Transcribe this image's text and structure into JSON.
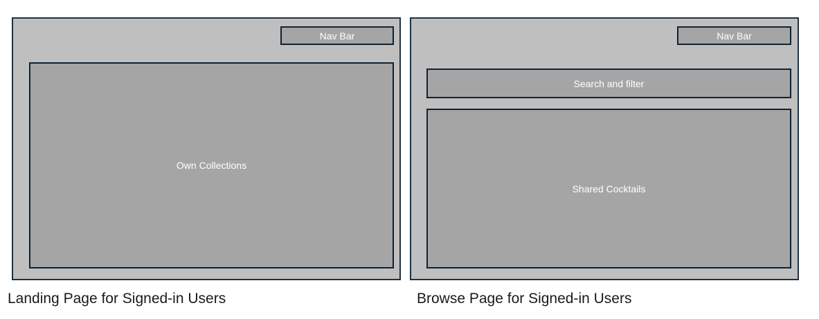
{
  "landing_page": {
    "nav_bar": "Nav Bar",
    "main_area": "Own Collections",
    "caption": "Landing Page for Signed-in Users"
  },
  "browse_page": {
    "nav_bar": "Nav Bar",
    "search_area": "Search and filter",
    "main_area": "Shared Cocktails",
    "caption": "Browse Page for Signed-in Users"
  },
  "colors": {
    "frame_fill": "#bfbfbf",
    "box_fill": "#a5a5a5",
    "border": "#0f2233",
    "box_text": "#ffffff"
  }
}
